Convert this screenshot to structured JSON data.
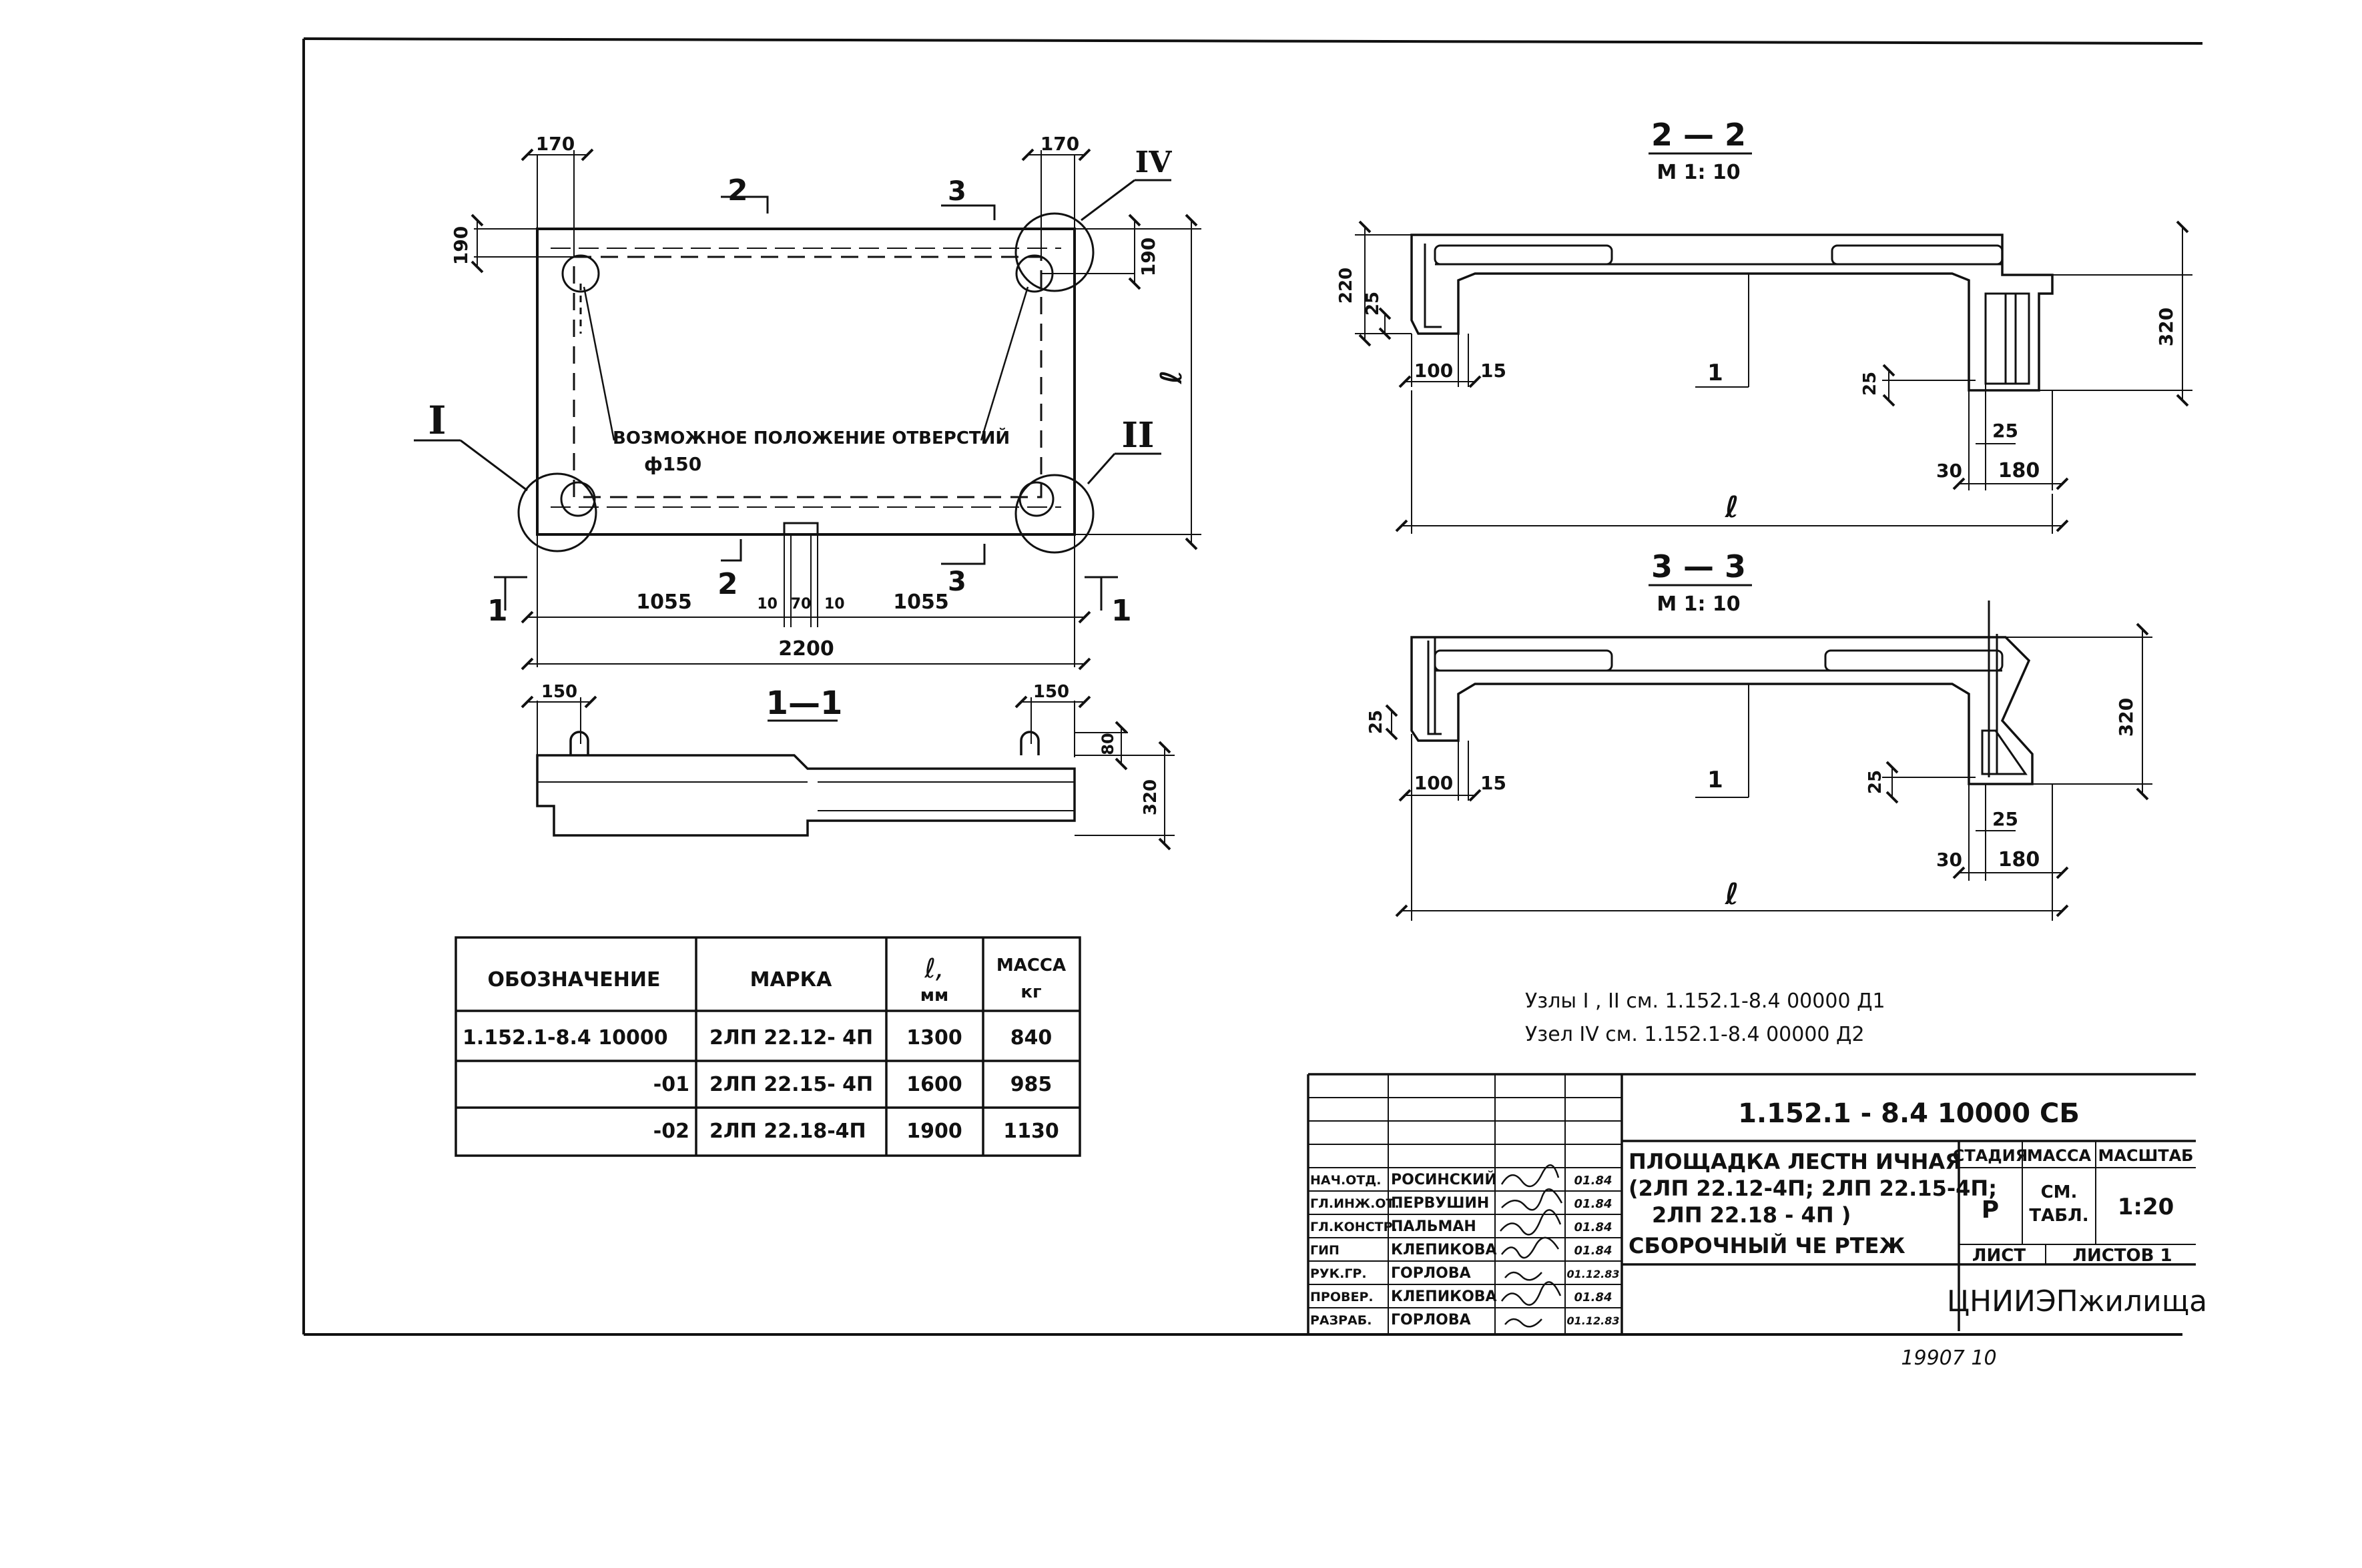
{
  "plan": {
    "dims": {
      "top_left": "170",
      "top_right": "170",
      "left_side": "190",
      "right_side": "190",
      "right_height": "ℓ",
      "bottom_left": "1055",
      "bottom_gap_a": "10",
      "bottom_gap_b": "70",
      "bottom_gap_c": "10",
      "bottom_right": "1055",
      "total": "2200"
    },
    "section_marks": {
      "s2_top": "2",
      "s3_top": "3",
      "s2_bottom": "2",
      "s3_bottom": "3",
      "s1_left": "1",
      "s1_right": "1"
    },
    "node_marks": {
      "n1": "I",
      "n2": "II",
      "n4": "IV"
    },
    "hole_note": "ВОЗМОЖНОЕ ПОЛОЖЕНИЕ ОТВЕРСТИЙ",
    "hole_dia": "ф150"
  },
  "section_1": {
    "title": "1—1",
    "dim_left": "150",
    "dim_right": "150",
    "dim_top": "80",
    "dim_height": "320"
  },
  "section_2": {
    "title": "2 — 2",
    "scale": "М 1: 10",
    "dims": {
      "d220": "220",
      "d25a": "25",
      "d100": "100",
      "d15": "15",
      "d25b": "25",
      "d25c": "25",
      "d30": "30",
      "d180": "180",
      "d320": "320",
      "ell": "ℓ",
      "pos": "1"
    }
  },
  "section_3": {
    "title": "3 — 3",
    "scale": "М 1: 10",
    "dims": {
      "d25a": "25",
      "d100": "100",
      "d15": "15",
      "d25b": "25",
      "d25c": "25",
      "d30": "30",
      "d180": "180",
      "d320": "320",
      "ell": "ℓ",
      "pos": "1"
    }
  },
  "notes": {
    "line1": "Узлы I , II  см. 1.152.1-8.4   00000 Д1",
    "line2": "Узел IV  см. 1.152.1-8.4  00000 Д2"
  },
  "spec_table": {
    "headers": [
      "ОБОЗНАЧЕНИЕ",
      "МАРКА",
      "ℓ,\nмм",
      "МАССА\nкг"
    ],
    "rows": [
      [
        "1.152.1-8.4   10000",
        "2ЛП 22.12- 4П",
        "1300",
        "840"
      ],
      [
        "-01",
        "2ЛП 22.15- 4П",
        "1600",
        "985"
      ],
      [
        "-02",
        "2ЛП 22.18-4П",
        "1900",
        "1130"
      ]
    ]
  },
  "title_block": {
    "code": "1.152.1 - 8.4  10000  СБ",
    "name_line1": "ПЛОЩАДКА ЛЕСТН ИЧНАЯ",
    "name_line2": "(2ЛП 22.12-4П; 2ЛП 22.15-4П;",
    "name_line3": "2ЛП 22.18 - 4П )",
    "name_line4": "СБОРОЧНЫЙ ЧЕ РТЕЖ",
    "stage_header": "СТАДИЯ",
    "mass_header": "МАССА",
    "scale_header": "МАСШТАБ",
    "stage": "Р",
    "mass": "СМ.\nТАБЛ.",
    "scale": "1:20",
    "sheet_label": "ЛИСТ",
    "sheets_label": "ЛИСТОВ 1",
    "org": "ЦНИИЭПжилища",
    "stamp": "19907 10",
    "signers": [
      {
        "role": "НАЧ.ОТД.",
        "name": "РОСИНСКИЙ",
        "date": "01.84"
      },
      {
        "role": "ГЛ.ИНЖ.ОТ.",
        "name": "ПЕРВУШИН",
        "date": "01.84"
      },
      {
        "role": "ГЛ.КОНСТР.",
        "name": "ПАЛЬМАН",
        "date": "01.84"
      },
      {
        "role": "ГИП",
        "name": "КЛЕПИКОВА",
        "date": "01.84"
      },
      {
        "role": "РУК.ГР.",
        "name": "ГОРЛОВА",
        "date": "01.12.83"
      },
      {
        "role": "ПРОВЕР.",
        "name": "КЛЕПИКОВА",
        "date": "01.84"
      },
      {
        "role": "РАЗРАБ.",
        "name": "ГОРЛОВА",
        "date": "01.12.83"
      }
    ]
  }
}
